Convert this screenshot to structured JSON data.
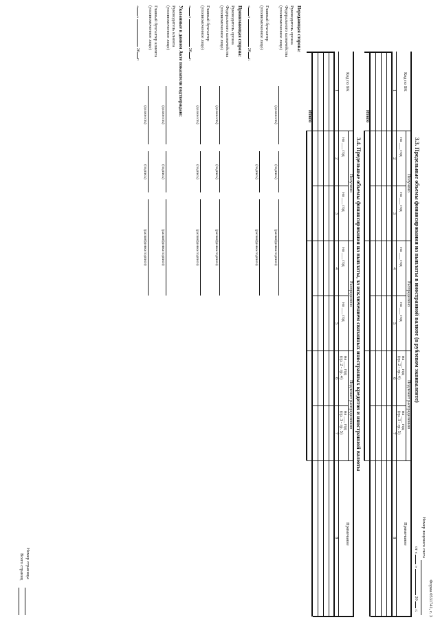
{
  "header": {
    "form": "Форма 0531741, с. 3",
    "account_label": "Номер лицевого счета",
    "date_prefix": "от",
    "date_q1": "«",
    "date_q2": "»",
    "year_num": "20",
    "year_suffix": "г."
  },
  "section33": {
    "title": "3.3. Предельные объемы финансирования на выплаты в иностранной валюте (в рублевом эквиваленте)",
    "col_kbk": "Код по БК",
    "group_received": "Получено",
    "group_distributed": "Распределено",
    "group_pending": "Подлежит распределению",
    "col_note": "Примечание",
    "na": "на",
    "god": "год",
    "formula6": "(гр. 2 - гр. 4)",
    "formula7": "(гр. 3 - гр. 5)",
    "nums": [
      "1",
      "2",
      "3",
      "4",
      "5",
      "6",
      "7",
      "8"
    ],
    "total": "Итого"
  },
  "section34": {
    "title": "3.4. Предельные объемы финансирования на выплаты, за исключением связанных иностранных кредитов и иностранной валюты",
    "col_kbk": "Код по БК",
    "group_received": "Получено",
    "group_distributed": "Распределено",
    "group_pending": "Подлежит распределению",
    "col_note": "Примечание",
    "na": "на",
    "god": "год",
    "formula6": "(гр. 2 - гр. 4)",
    "formula7": "(гр. 3 - гр. 5)",
    "nums": [
      "1",
      "2",
      "3",
      "4",
      "5",
      "6",
      "7",
      "8"
    ],
    "total": "Итого"
  },
  "signatures": {
    "captions": {
      "position": "(должность)",
      "signature": "(подпись)",
      "decoding": "(расшифровка подписи)"
    },
    "date_q1": "«",
    "date_q2": "»",
    "year_num": "20",
    "year_suffix": "г.",
    "transferring_title": "Передающая сторона:",
    "t_head_1": "Руководитель органа",
    "t_head_2": "Федерального казначейства",
    "t_head_3": "(уполномоченное лицо)",
    "t_acc_1": "Главный бухгалтер",
    "t_acc_2": "(уполномоченное лицо)",
    "receiving_title": "Принимающая сторона:",
    "r_head_1": "Руководитель органа",
    "r_head_2": "Федерального казначейства",
    "r_head_3": "(уполномоченное лицо)",
    "r_acc_1": "Главный бухгалтер",
    "r_acc_2": "(уполномоченное лицо)",
    "confirm_title": "Указанные в данном Акте показатели подтверждаю:",
    "c_head_1": "Руководитель клиента",
    "c_head_2": "(уполномоченное лицо)",
    "c_acc_1": "Главный бухгалтер клиента",
    "c_acc_2": "(уполномоченное лицо)"
  },
  "footer": {
    "page_number": "Номер страницы",
    "total_pages": "Всего страниц"
  }
}
